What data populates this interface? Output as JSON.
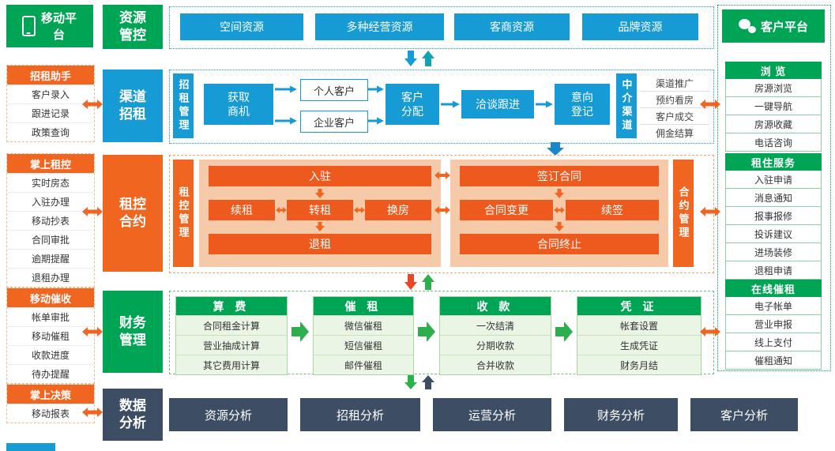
{
  "palette": {
    "green": "#00A455",
    "blue": "#169BD5",
    "orange": "#F0651F",
    "deep_orange": "#EE5A1E",
    "navy": "#3D4D63",
    "salmon": "#F6C9A8"
  },
  "left_panel": {
    "title": "移动平台",
    "groups": [
      {
        "title": "招租助手",
        "items": [
          "客户录入",
          "跟进记录",
          "政策查询"
        ]
      },
      {
        "title": "掌上租控",
        "items": [
          "实时房态",
          "入驻办理",
          "移动抄表",
          "合同审批",
          "逾期提醒",
          "退租办理"
        ]
      },
      {
        "title": "移动催收",
        "items": [
          "帐单审批",
          "移动催租",
          "收款进度",
          "待办提醒"
        ]
      },
      {
        "title": "掌上决策",
        "items": [
          "移动报表"
        ]
      }
    ]
  },
  "right_panel": {
    "title": "客户平台",
    "groups": [
      {
        "title": "浏 览",
        "items": [
          "房源浏览",
          "一键导航",
          "房源收藏",
          "电话咨询"
        ]
      },
      {
        "title": "租住服务",
        "items": [
          "入驻申请",
          "消息通知",
          "报事报修",
          "投诉建议",
          "进场装修",
          "退租申请"
        ]
      },
      {
        "title": "在线催租",
        "items": [
          "电子帐单",
          "营业申报",
          "线上支付",
          "催租通知"
        ]
      }
    ]
  },
  "resource": {
    "title": "资源管控",
    "items": [
      "空间资源",
      "多种经营资源",
      "客商资源",
      "品牌资源"
    ]
  },
  "channel": {
    "title": "渠道招租",
    "manage_label": "招租管理",
    "flow": {
      "source": "获取商机",
      "personal": "个人客户",
      "company": "企业客户",
      "assign": "客户分配",
      "follow": "洽谈跟进",
      "intent": "意向登记"
    },
    "agency": {
      "label": "中介渠道",
      "items": [
        "渠道推广",
        "预约看房",
        "客户成交",
        "佣金结算"
      ]
    }
  },
  "lease": {
    "title": "租控合约",
    "left_label": "租控管理",
    "right_label": "合约管理",
    "occupancy": {
      "top": "入驻",
      "middle": [
        "续租",
        "转租",
        "换房"
      ],
      "bottom": "退租"
    },
    "contract": {
      "top": "签订合同",
      "middle": [
        "合同变更",
        "续签"
      ],
      "bottom": "合同终止"
    }
  },
  "finance": {
    "title": "财务管理",
    "columns": [
      {
        "header": "算 费",
        "items": [
          "合同租金计算",
          "营业抽成计算",
          "其它费用计算"
        ]
      },
      {
        "header": "催 租",
        "items": [
          "微信催租",
          "短信催租",
          "邮件催租"
        ]
      },
      {
        "header": "收 款",
        "items": [
          "一次结清",
          "分期收款",
          "合并收款"
        ]
      },
      {
        "header": "凭 证",
        "items": [
          "帐套设置",
          "生成凭证",
          "财务月结"
        ]
      }
    ]
  },
  "analysis": {
    "title": "数据分析",
    "items": [
      "资源分析",
      "招租分析",
      "运营分析",
      "财务分析",
      "客户分析"
    ]
  }
}
